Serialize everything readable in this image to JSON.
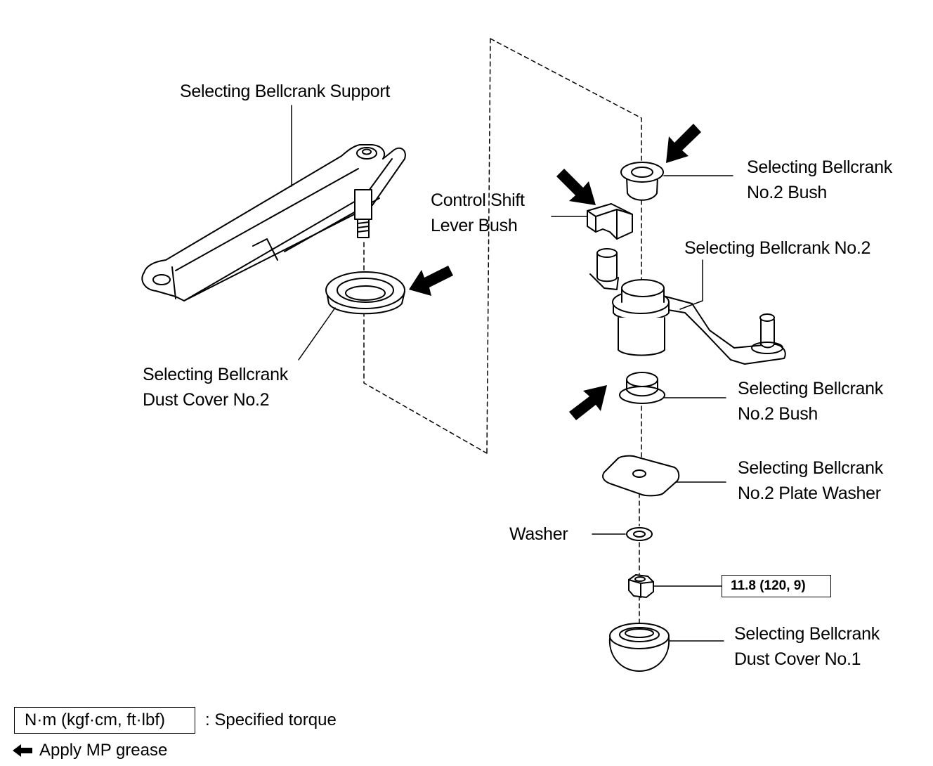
{
  "labels": {
    "support": "Selecting Bellcrank Support",
    "bush_top_1": "Selecting Bellcrank",
    "bush_top_2": "No.2 Bush",
    "ctrl_bush_1": "Control Shift",
    "ctrl_bush_2": "Lever Bush",
    "bellcrank_no2": "Selecting Bellcrank No.2",
    "dust_cover_no2_1": "Selecting Bellcrank",
    "dust_cover_no2_2": "Dust Cover No.2",
    "bush_bottom_1": "Selecting Bellcrank",
    "bush_bottom_2": "No.2 Bush",
    "plate_washer_1": "Selecting Bellcrank",
    "plate_washer_2": "No.2 Plate Washer",
    "washer": "Washer",
    "dust_cover_no1_1": "Selecting Bellcrank",
    "dust_cover_no1_2": "Dust Cover No.1"
  },
  "torque": "11.8 (120, 9)",
  "legend": {
    "torque_unit": "N·m (kgf·cm, ft·lbf)",
    "torque_text": ": Specified torque",
    "grease_text": "Apply MP grease"
  }
}
